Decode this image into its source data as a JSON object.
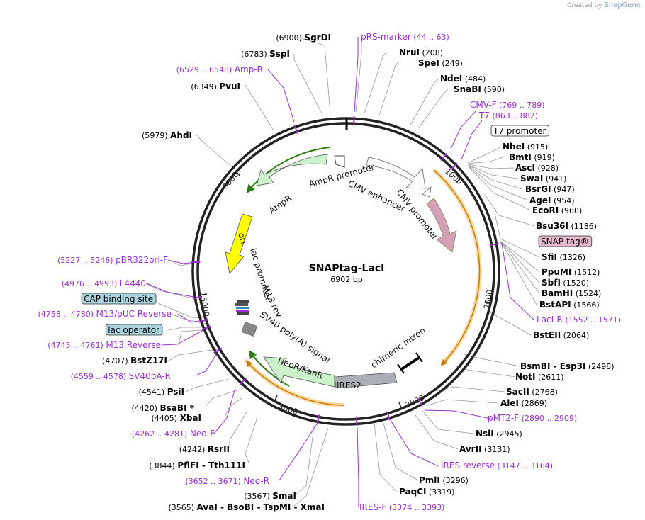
{
  "credit": {
    "prefix": "Created by",
    "brand": "SnapGene"
  },
  "plasmid": {
    "name": "SNAPtag-LacI",
    "size": "6902 bp"
  },
  "ticks": [
    "1000",
    "2000",
    "3000",
    "4000",
    "5000",
    "6000"
  ],
  "features": [
    {
      "key": "ori",
      "label": "ori",
      "color": "#ffff00"
    },
    {
      "key": "lac_promoter",
      "label": "lac promoter",
      "color": "#ffffff"
    },
    {
      "key": "m13_rev",
      "label": "M13 rev",
      "color": "#ffffff"
    },
    {
      "key": "sv40",
      "label": "SV40 poly(A) signal",
      "color": "#ffffff"
    },
    {
      "key": "neor",
      "label": "NeoR/KanR",
      "color": "#ccf2cc"
    },
    {
      "key": "ires2",
      "label": "IRES2",
      "color": "#a9afb5"
    },
    {
      "key": "intron",
      "label": "chimeric intron",
      "color": "#000000"
    },
    {
      "key": "ampr",
      "label": "AmpR",
      "color": "#ccf2cc"
    },
    {
      "key": "ampr_prom",
      "label": "AmpR promoter",
      "color": "#ffffff"
    },
    {
      "key": "cmv_enh",
      "label": "CMV enhancer",
      "color": "#ffffff"
    },
    {
      "key": "cmv_prom",
      "label": "CMV promoter",
      "color": "#ffffff"
    },
    {
      "key": "snap",
      "label": "SNAP-tag®",
      "color": "#d4a0b6"
    }
  ],
  "labels": [
    {
      "key": "sgrdi",
      "num": "(6900)",
      "name": "SgrDI",
      "type": "enzyme"
    },
    {
      "key": "prs",
      "name": "pRS-marker",
      "range": "(44 .. 63)",
      "type": "primer"
    },
    {
      "key": "nrui",
      "name": "NruI",
      "num": "(208)",
      "type": "enzyme"
    },
    {
      "key": "spei",
      "name": "SpeI",
      "num": "(249)",
      "type": "enzyme"
    },
    {
      "key": "sspi",
      "num": "(6783)",
      "name": "SspI",
      "type": "enzyme"
    },
    {
      "key": "ampr_primer",
      "range": "(6529 .. 6548)",
      "name": "Amp-R",
      "type": "primer"
    },
    {
      "key": "ndei",
      "name": "NdeI",
      "num": "(484)",
      "type": "enzyme"
    },
    {
      "key": "pvui",
      "num": "(6349)",
      "name": "PvuI",
      "type": "enzyme"
    },
    {
      "key": "snabi",
      "name": "SnaBI",
      "num": "(590)",
      "type": "enzyme"
    },
    {
      "key": "cmvf",
      "name": "CMV-F",
      "range": "(769 .. 789)",
      "type": "primer"
    },
    {
      "key": "t7",
      "name": "T7",
      "range": "(863 .. 882)",
      "type": "primer"
    },
    {
      "key": "t7prom",
      "name": "T7 promoter",
      "type": "box",
      "fill": "#ffffff"
    },
    {
      "key": "ahdi",
      "num": "(5979)",
      "name": "AhdI",
      "type": "enzyme"
    },
    {
      "key": "nhei",
      "name": "NheI",
      "num": "(915)",
      "type": "enzyme"
    },
    {
      "key": "bmti",
      "name": "BmtI",
      "num": "(919)",
      "type": "enzyme"
    },
    {
      "key": "asci",
      "name": "AscI",
      "num": "(928)",
      "type": "enzyme"
    },
    {
      "key": "swai",
      "name": "SwaI",
      "num": "(941)",
      "type": "enzyme"
    },
    {
      "key": "bsrgi",
      "name": "BsrGI",
      "num": "(947)",
      "type": "enzyme"
    },
    {
      "key": "agei",
      "name": "AgeI",
      "num": "(954)",
      "type": "enzyme"
    },
    {
      "key": "ecori",
      "name": "EcoRI",
      "num": "(960)",
      "type": "enzyme"
    },
    {
      "key": "bsu36i",
      "name": "Bsu36I",
      "num": "(1186)",
      "type": "enzyme"
    },
    {
      "key": "snapbox",
      "name": "SNAP-tag®",
      "type": "box",
      "fill": "#e7b9cd"
    },
    {
      "key": "sfii",
      "name": "SfiI",
      "num": "(1326)",
      "type": "enzyme"
    },
    {
      "key": "pbr",
      "range": "(5227 .. 5246)",
      "name": "pBR322ori-F",
      "type": "primer"
    },
    {
      "key": "ppumi",
      "name": "PpuMI",
      "num": "(1512)",
      "type": "enzyme"
    },
    {
      "key": "l4440",
      "range": "(4976 .. 4993)",
      "name": "L4440",
      "type": "primer"
    },
    {
      "key": "sbfi",
      "name": "SbfI",
      "num": "(1520)",
      "type": "enzyme"
    },
    {
      "key": "bamhi",
      "name": "BamHI",
      "num": "(1524)",
      "type": "enzyme"
    },
    {
      "key": "cap",
      "name": "CAP binding site",
      "type": "box",
      "fill": "#a9d4de"
    },
    {
      "key": "bstapi",
      "name": "BstAPI",
      "num": "(1566)",
      "type": "enzyme"
    },
    {
      "key": "m13puc",
      "range": "(4758 .. 4780)",
      "name": "M13/pUC Reverse",
      "type": "primer"
    },
    {
      "key": "lacir",
      "name": "LacI-R",
      "range": "(1552 .. 1571)",
      "type": "primer"
    },
    {
      "key": "lacop",
      "name": "lac operator",
      "type": "box",
      "fill": "#a9d4de"
    },
    {
      "key": "bsteii",
      "name": "BstEII",
      "num": "(2064)",
      "type": "enzyme"
    },
    {
      "key": "m13r",
      "range": "(4745 .. 4761)",
      "name": "M13 Reverse",
      "type": "primer"
    },
    {
      "key": "bstz17i",
      "num": "(4707)",
      "name": "BstZ17I",
      "type": "enzyme"
    },
    {
      "key": "sv40pa",
      "range": "(4559 .. 4578)",
      "name": "SV40pA-R",
      "type": "primer"
    },
    {
      "key": "bsmbi",
      "name": "BsmBI - Esp3I",
      "num": "(2498)",
      "type": "enzyme"
    },
    {
      "key": "psii",
      "num": "(4541)",
      "name": "PsiI",
      "type": "enzyme"
    },
    {
      "key": "noti",
      "name": "NotI",
      "num": "(2611)",
      "type": "enzyme"
    },
    {
      "key": "bsabi",
      "num": "(4420)",
      "name": "BsaBI *",
      "type": "enzyme"
    },
    {
      "key": "sacii",
      "name": "SacII",
      "num": "(2768)",
      "type": "enzyme"
    },
    {
      "key": "xbai",
      "num": "(4405)",
      "name": "XbaI",
      "type": "enzyme"
    },
    {
      "key": "alei",
      "name": "AleI",
      "num": "(2869)",
      "type": "enzyme"
    },
    {
      "key": "pmt2",
      "name": "pMT2-F",
      "range": "(2890 .. 2909)",
      "type": "primer"
    },
    {
      "key": "neof",
      "range": "(4262 .. 4281)",
      "name": "Neo-F",
      "type": "primer"
    },
    {
      "key": "nsii",
      "name": "NsiI",
      "num": "(2945)",
      "type": "enzyme"
    },
    {
      "key": "rsrii",
      "num": "(4242)",
      "name": "RsrII",
      "type": "enzyme"
    },
    {
      "key": "avrii",
      "name": "AvrII",
      "num": "(3131)",
      "type": "enzyme"
    },
    {
      "key": "iresrev",
      "name": "IRES reverse",
      "range": "(3147 .. 3164)",
      "type": "primer"
    },
    {
      "key": "pflfi",
      "num": "(3844)",
      "name": "PflFI - Tth111I",
      "type": "enzyme"
    },
    {
      "key": "pmli",
      "name": "PmlI",
      "num": "(3296)",
      "type": "enzyme"
    },
    {
      "key": "neor_primer",
      "range": "(3652 .. 3671)",
      "name": "Neo-R",
      "type": "primer"
    },
    {
      "key": "paqci",
      "name": "PaqCI",
      "num": "(3319)",
      "type": "enzyme"
    },
    {
      "key": "smai",
      "num": "(3567)",
      "name": "SmaI",
      "type": "enzyme"
    },
    {
      "key": "avai",
      "num": "(3565)",
      "name": "AvaI - BsoBI - TspMI - XmaI",
      "type": "enzyme"
    },
    {
      "key": "iresf",
      "name": "IRES-F",
      "range": "(3374 .. 3393)",
      "type": "primer"
    }
  ],
  "colors": {
    "primer": "#9b30d0",
    "enzyme": "#000000",
    "gray": "#999999",
    "orange": "#f5a623",
    "ring": "#222222"
  }
}
